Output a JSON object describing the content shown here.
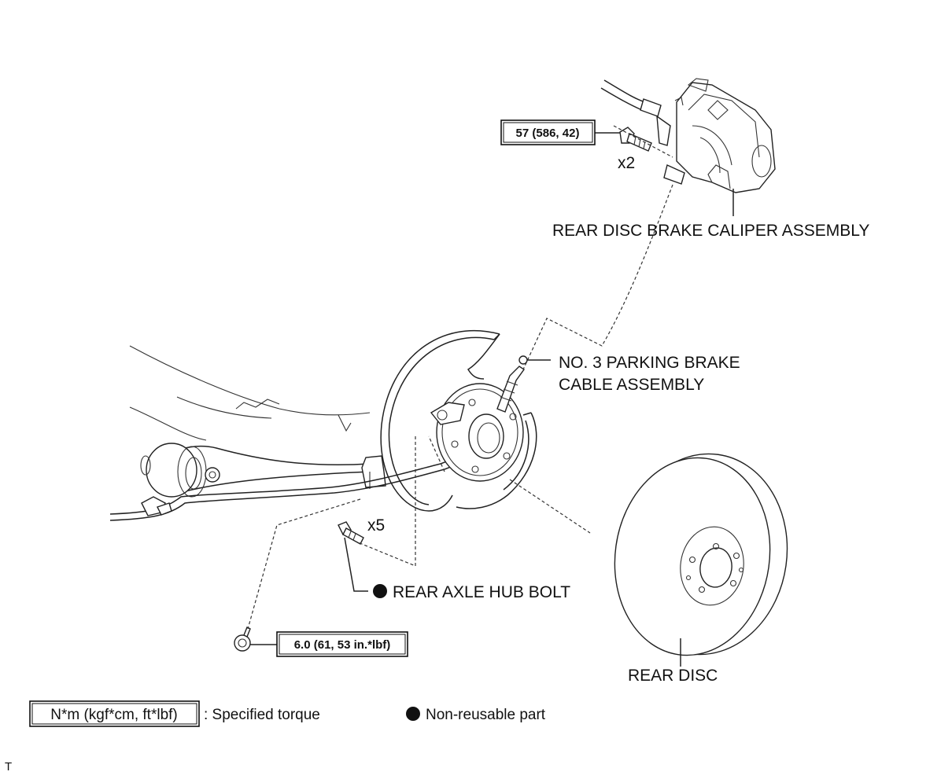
{
  "labels": {
    "caliper": "REAR DISC BRAKE CALIPER ASSEMBLY",
    "parking_cable_line1": "NO. 3 PARKING BRAKE",
    "parking_cable_line2": "CABLE ASSEMBLY",
    "hub_bolt": "REAR AXLE HUB BOLT",
    "rear_disc": "REAR DISC"
  },
  "torque": {
    "caliper_bolt": "57 (586, 42)",
    "cable_bolt": "6.0 (61, 53 in.*lbf)"
  },
  "quantities": {
    "caliper_bolt": "x2",
    "hub_bolt": "x5"
  },
  "legend": {
    "torque_box": "N*m (kgf*cm, ft*lbf)",
    "torque_desc": ": Specified torque",
    "nonreusable_desc": "Non-reusable part"
  },
  "footer": {
    "mark": "T"
  }
}
